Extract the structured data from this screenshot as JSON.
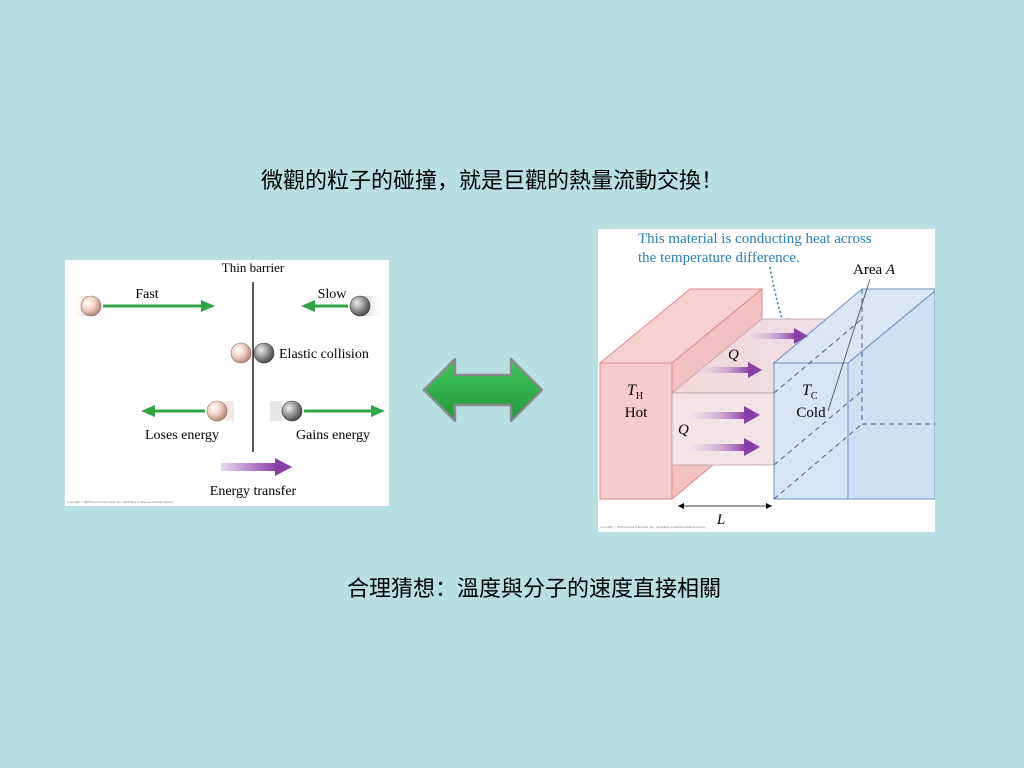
{
  "slide": {
    "heading": "微觀的粒子的碰撞，就是巨觀的熱量流動交換！",
    "subheading": "合理猜想：溫度與分子的速度直接相關"
  },
  "left_figure": {
    "barrier_label": "Thin barrier",
    "fast_label": "Fast",
    "slow_label": "Slow",
    "collision_label": "Elastic collision",
    "loses_label": "Loses energy",
    "gains_label": "Gains energy",
    "transfer_label": "Energy transfer",
    "copyright": "Copyright © 2008 Pearson Education, Inc., publishing as Pearson Addison-Wesley."
  },
  "center_arrow": {
    "icon": "double-headed-arrow-icon",
    "color": "#2fb24a"
  },
  "right_figure": {
    "caption_line1": "This material is conducting heat across",
    "caption_line2": "the temperature difference.",
    "area_label": "Area",
    "area_symbol": "A",
    "hot_symbol": "T",
    "hot_sub": "H",
    "hot_label": "Hot",
    "cold_symbol": "T",
    "cold_sub": "C",
    "cold_label": "Cold",
    "q_label": "Q",
    "length_label": "L",
    "copyright": "Copyright © 2008 Pearson Education, Inc., publishing as Pearson Addison-Wesley."
  },
  "colors": {
    "background": "#b8dfe2",
    "arrow_green": "#2fb24a",
    "transfer_purple": "#8a3fa8",
    "hot": "#f2c3c3",
    "cold": "#cfe0f3"
  }
}
